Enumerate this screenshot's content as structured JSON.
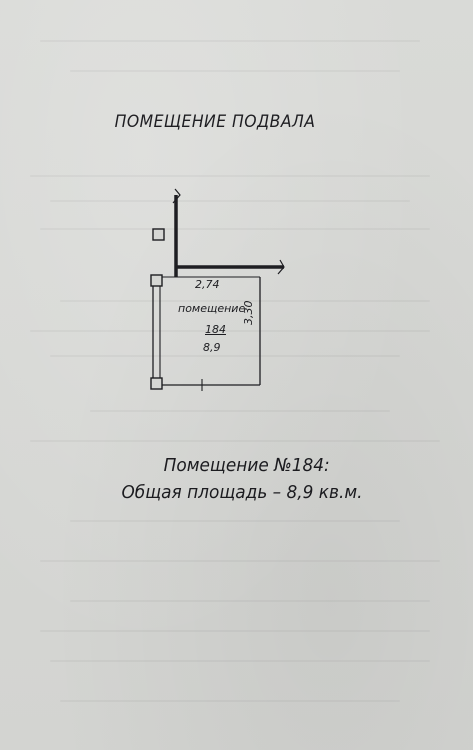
{
  "page": {
    "heading": "ПОМЕЩЕНИЕ ПОДВАЛА"
  },
  "plan": {
    "room_label": "помещение",
    "room_number": "184",
    "room_area": "8,9",
    "width_dimension": "2,74",
    "height_dimension": "3,30"
  },
  "caption": {
    "line1": "Помещение №184:",
    "line2": "Общая площадь – 8,9 кв.м."
  },
  "colors": {
    "ink": "#1e1e22",
    "paper": "#d6d7d4"
  }
}
